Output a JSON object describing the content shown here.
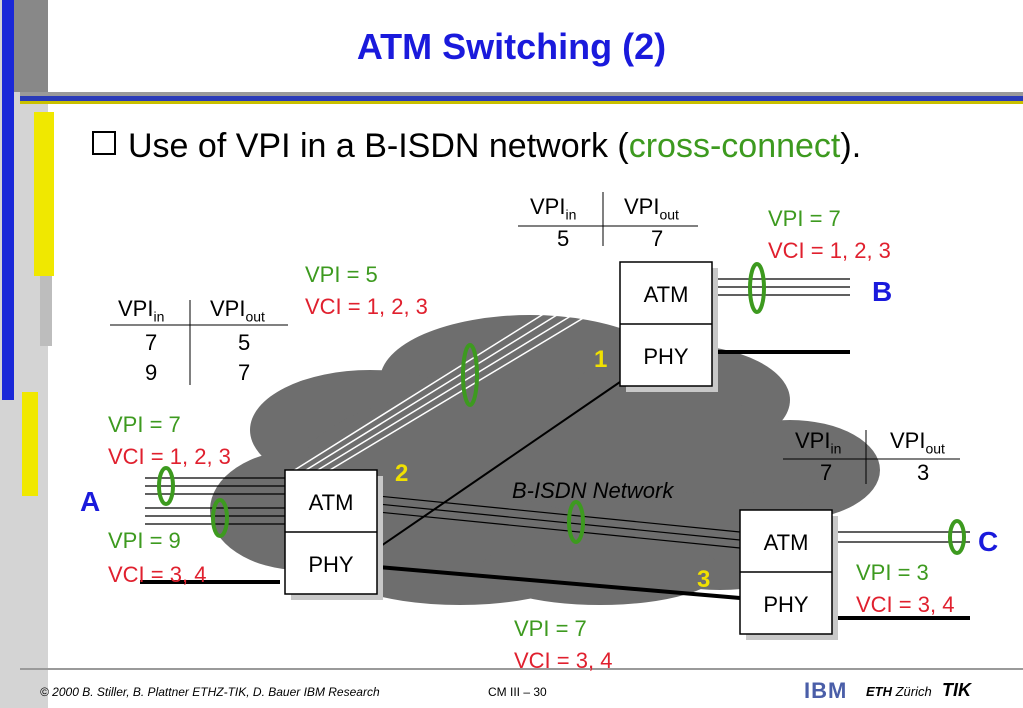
{
  "title": "ATM Switching (2)",
  "bullet": {
    "prefix": "Use of VPI in a B-ISDN network (",
    "highlight": "cross-connect",
    "suffix": ")."
  },
  "cloud_label": "B-ISDN Network",
  "tables": {
    "t1": {
      "in_head": "VPI",
      "in_sub": "in",
      "out_head": "VPI",
      "out_sub": "out",
      "rows": [
        [
          "5",
          "7"
        ]
      ]
    },
    "t2": {
      "in_head": "VPI",
      "in_sub": "in",
      "out_head": "VPI",
      "out_sub": "out",
      "rows": [
        [
          "7",
          "5"
        ],
        [
          "9",
          "7"
        ]
      ]
    },
    "t3": {
      "in_head": "VPI",
      "in_sub": "in",
      "out_head": "VPI",
      "out_sub": "out",
      "rows": [
        [
          "7",
          "3"
        ]
      ]
    }
  },
  "labels": {
    "b_vpi": "VPI = 7",
    "b_vci": "VCI = 1, 2, 3",
    "mid_vpi": "VPI = 5",
    "mid_vci": "VCI = 1, 2, 3",
    "a1_vpi": "VPI = 7",
    "a1_vci": "VCI = 1, 2, 3",
    "a2_vpi": "VPI = 9",
    "a2_vci": "VCI = 3, 4",
    "c_vpi": "VPI = 3",
    "c_vci": "VCI = 3, 4",
    "bot_vpi": "VPI = 7",
    "bot_vci": "VCI = 3, 4"
  },
  "nodes": {
    "a": "A",
    "b": "B",
    "c": "C"
  },
  "switches": {
    "s1": {
      "num": "1",
      "atm": "ATM",
      "phy": "PHY"
    },
    "s2": {
      "num": "2",
      "atm": "ATM",
      "phy": "PHY"
    },
    "s3": {
      "num": "3",
      "atm": "ATM",
      "phy": "PHY"
    }
  },
  "footer": {
    "left": "© 2000  B. Stiller, B. Plattner ETHZ-TIK, D. Bauer IBM Research",
    "mid": "CM III – 30",
    "ibm": "IBM",
    "eth_bold": "ETH",
    "eth_rest": " Zürich",
    "tik": "TIK"
  },
  "colors": {
    "title": "#1a1adc",
    "green": "#3d9a1f",
    "red": "#e0202e",
    "yellow": "#f0e000",
    "cloud": "#6e6e6e"
  }
}
